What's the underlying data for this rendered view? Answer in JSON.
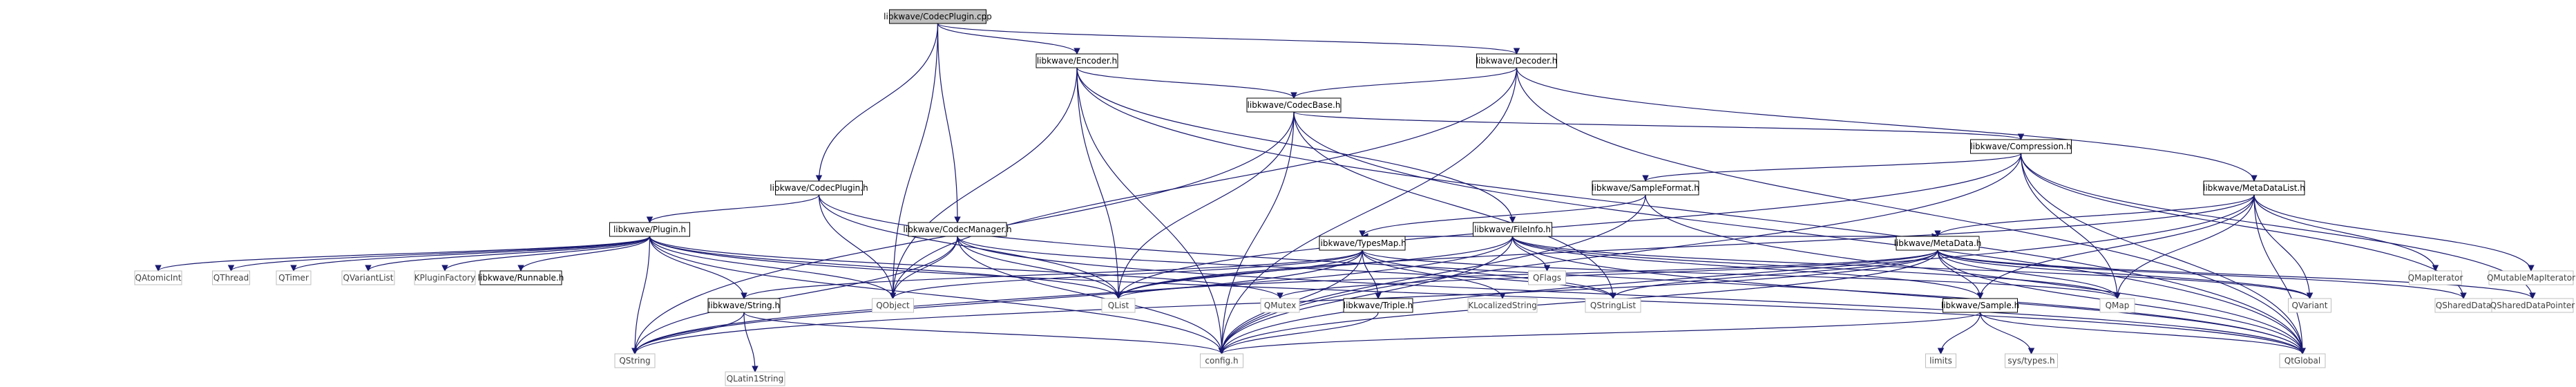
{
  "graph": {
    "colors": {
      "edge": "#191970",
      "root_fill": "#bfbfbf",
      "node_border": "#000000",
      "external_border": "#bfbfbf"
    },
    "nodes": [
      {
        "id": "codecplugin_cpp",
        "label": "libkwave/CodecPlugin.cpp",
        "kind": "root"
      },
      {
        "id": "encoder_h",
        "label": "libkwave/Encoder.h",
        "kind": "internal"
      },
      {
        "id": "decoder_h",
        "label": "libkwave/Decoder.h",
        "kind": "internal"
      },
      {
        "id": "codecbase_h",
        "label": "libkwave/CodecBase.h",
        "kind": "internal"
      },
      {
        "id": "compression_h",
        "label": "libkwave/Compression.h",
        "kind": "internal"
      },
      {
        "id": "codecplugin_h",
        "label": "libkwave/CodecPlugin.h",
        "kind": "internal"
      },
      {
        "id": "fileinfo_h",
        "label": "libkwave/FileInfo.h",
        "kind": "internal"
      },
      {
        "id": "sampleformat_h",
        "label": "libkwave/SampleFormat.h",
        "kind": "internal"
      },
      {
        "id": "metadatalist_h",
        "label": "libkwave/MetaDataList.h",
        "kind": "internal"
      },
      {
        "id": "plugin_h",
        "label": "libkwave/Plugin.h",
        "kind": "internal"
      },
      {
        "id": "codecmanager_h",
        "label": "libkwave/CodecManager.h",
        "kind": "internal"
      },
      {
        "id": "typesmap_h",
        "label": "libkwave/TypesMap.h",
        "kind": "internal"
      },
      {
        "id": "metadata_h",
        "label": "libkwave/MetaData.h",
        "kind": "internal"
      },
      {
        "id": "runnable_h",
        "label": "libkwave/Runnable.h",
        "kind": "internal"
      },
      {
        "id": "string_h",
        "label": "libkwave/String.h",
        "kind": "internal"
      },
      {
        "id": "triple_h",
        "label": "libkwave/Triple.h",
        "kind": "internal"
      },
      {
        "id": "sample_h",
        "label": "libkwave/Sample.h",
        "kind": "internal"
      },
      {
        "id": "qflags",
        "label": "QFlags",
        "kind": "external"
      },
      {
        "id": "qmapiterator",
        "label": "QMapIterator",
        "kind": "external"
      },
      {
        "id": "qmutablemapiterator",
        "label": "QMutableMapIterator",
        "kind": "external"
      },
      {
        "id": "qatomicint",
        "label": "QAtomicInt",
        "kind": "external"
      },
      {
        "id": "qthread",
        "label": "QThread",
        "kind": "external"
      },
      {
        "id": "qtimer",
        "label": "QTimer",
        "kind": "external"
      },
      {
        "id": "qvariantlist",
        "label": "QVariantList",
        "kind": "external"
      },
      {
        "id": "kpluginfactory",
        "label": "KPluginFactory",
        "kind": "external"
      },
      {
        "id": "qobject",
        "label": "QObject",
        "kind": "external"
      },
      {
        "id": "qlist",
        "label": "QList",
        "kind": "external"
      },
      {
        "id": "qmutex",
        "label": "QMutex",
        "kind": "external"
      },
      {
        "id": "klocalizedstring",
        "label": "KLocalizedString",
        "kind": "external"
      },
      {
        "id": "qstringlist",
        "label": "QStringList",
        "kind": "external"
      },
      {
        "id": "qmap",
        "label": "QMap",
        "kind": "external"
      },
      {
        "id": "qvariant",
        "label": "QVariant",
        "kind": "external"
      },
      {
        "id": "qshareddata",
        "label": "QSharedData",
        "kind": "external"
      },
      {
        "id": "qshareddatapointer",
        "label": "QSharedDataPointer",
        "kind": "external"
      },
      {
        "id": "qstring",
        "label": "QString",
        "kind": "external"
      },
      {
        "id": "qlatin1string",
        "label": "QLatin1String",
        "kind": "external"
      },
      {
        "id": "config_h",
        "label": "config.h",
        "kind": "external"
      },
      {
        "id": "limits",
        "label": "limits",
        "kind": "external"
      },
      {
        "id": "sys_types_h",
        "label": "sys/types.h",
        "kind": "external"
      },
      {
        "id": "qtglobal",
        "label": "QtGlobal",
        "kind": "external"
      }
    ],
    "edges": [
      [
        "codecplugin_cpp",
        "encoder_h"
      ],
      [
        "codecplugin_cpp",
        "decoder_h"
      ],
      [
        "codecplugin_cpp",
        "codecplugin_h"
      ],
      [
        "codecplugin_cpp",
        "codecmanager_h"
      ],
      [
        "codecplugin_cpp",
        "qobject"
      ],
      [
        "encoder_h",
        "codecbase_h"
      ],
      [
        "encoder_h",
        "fileinfo_h"
      ],
      [
        "encoder_h",
        "qobject"
      ],
      [
        "encoder_h",
        "qlist"
      ],
      [
        "encoder_h",
        "config_h"
      ],
      [
        "encoder_h",
        "qtglobal"
      ],
      [
        "decoder_h",
        "codecbase_h"
      ],
      [
        "decoder_h",
        "metadatalist_h"
      ],
      [
        "decoder_h",
        "qobject"
      ],
      [
        "decoder_h",
        "config_h"
      ],
      [
        "decoder_h",
        "qtglobal"
      ],
      [
        "codecbase_h",
        "compression_h"
      ],
      [
        "codecbase_h",
        "qlist"
      ],
      [
        "codecbase_h",
        "qstringlist"
      ],
      [
        "codecbase_h",
        "qstring"
      ],
      [
        "codecbase_h",
        "config_h"
      ],
      [
        "codecbase_h",
        "qtglobal"
      ],
      [
        "compression_h",
        "sampleformat_h"
      ],
      [
        "compression_h",
        "qlist"
      ],
      [
        "compression_h",
        "qmap"
      ],
      [
        "compression_h",
        "qshareddata"
      ],
      [
        "compression_h",
        "qshareddatapointer"
      ],
      [
        "compression_h",
        "config_h"
      ],
      [
        "compression_h",
        "qtglobal"
      ],
      [
        "codecplugin_h",
        "plugin_h"
      ],
      [
        "codecplugin_h",
        "qlist"
      ],
      [
        "codecplugin_h",
        "qobject"
      ],
      [
        "codecplugin_h",
        "qtglobal"
      ],
      [
        "fileinfo_h",
        "typesmap_h"
      ],
      [
        "fileinfo_h",
        "metadata_h"
      ],
      [
        "fileinfo_h",
        "sample_h"
      ],
      [
        "fileinfo_h",
        "qflags"
      ],
      [
        "fileinfo_h",
        "qlist"
      ],
      [
        "fileinfo_h",
        "qmap"
      ],
      [
        "fileinfo_h",
        "qvariant"
      ],
      [
        "fileinfo_h",
        "config_h"
      ],
      [
        "fileinfo_h",
        "qtglobal"
      ],
      [
        "fileinfo_h",
        "qstring"
      ],
      [
        "sampleformat_h",
        "typesmap_h"
      ],
      [
        "sampleformat_h",
        "config_h"
      ],
      [
        "sampleformat_h",
        "qtglobal"
      ],
      [
        "metadatalist_h",
        "metadata_h"
      ],
      [
        "metadatalist_h",
        "qmapiterator"
      ],
      [
        "metadatalist_h",
        "qmutablemapiterator"
      ],
      [
        "metadatalist_h",
        "qlist"
      ],
      [
        "metadatalist_h",
        "qmap"
      ],
      [
        "metadatalist_h",
        "qvariant"
      ],
      [
        "metadatalist_h",
        "sample_h"
      ],
      [
        "metadatalist_h",
        "config_h"
      ],
      [
        "metadatalist_h",
        "qtglobal"
      ],
      [
        "plugin_h",
        "qatomicint"
      ],
      [
        "plugin_h",
        "qthread"
      ],
      [
        "plugin_h",
        "qtimer"
      ],
      [
        "plugin_h",
        "qvariantlist"
      ],
      [
        "plugin_h",
        "kpluginfactory"
      ],
      [
        "plugin_h",
        "runnable_h"
      ],
      [
        "plugin_h",
        "string_h"
      ],
      [
        "plugin_h",
        "qobject"
      ],
      [
        "plugin_h",
        "qlist"
      ],
      [
        "plugin_h",
        "qmutex"
      ],
      [
        "plugin_h",
        "qstring"
      ],
      [
        "plugin_h",
        "config_h"
      ],
      [
        "plugin_h",
        "qtglobal"
      ],
      [
        "codecmanager_h",
        "qobject"
      ],
      [
        "codecmanager_h",
        "qlist"
      ],
      [
        "codecmanager_h",
        "qstringlist"
      ],
      [
        "codecmanager_h",
        "qstring"
      ],
      [
        "codecmanager_h",
        "config_h"
      ],
      [
        "codecmanager_h",
        "qtglobal"
      ],
      [
        "typesmap_h",
        "triple_h"
      ],
      [
        "typesmap_h",
        "string_h"
      ],
      [
        "typesmap_h",
        "klocalizedstring"
      ],
      [
        "typesmap_h",
        "qstringlist"
      ],
      [
        "typesmap_h",
        "qmap"
      ],
      [
        "typesmap_h",
        "qlist"
      ],
      [
        "typesmap_h",
        "qobject"
      ],
      [
        "typesmap_h",
        "config_h"
      ],
      [
        "typesmap_h",
        "qstring"
      ],
      [
        "metadata_h",
        "sample_h"
      ],
      [
        "metadata_h",
        "qlist"
      ],
      [
        "metadata_h",
        "qmap"
      ],
      [
        "metadata_h",
        "qvariant"
      ],
      [
        "metadata_h",
        "qshareddata"
      ],
      [
        "metadata_h",
        "qshareddatapointer"
      ],
      [
        "metadata_h",
        "qstringlist"
      ],
      [
        "metadata_h",
        "qmutex"
      ],
      [
        "metadata_h",
        "qstring"
      ],
      [
        "metadata_h",
        "config_h"
      ],
      [
        "metadata_h",
        "qtglobal"
      ],
      [
        "string_h",
        "qstring"
      ],
      [
        "string_h",
        "qlatin1string"
      ],
      [
        "string_h",
        "config_h"
      ],
      [
        "triple_h",
        "config_h"
      ],
      [
        "sample_h",
        "limits"
      ],
      [
        "sample_h",
        "sys_types_h"
      ],
      [
        "sample_h",
        "config_h"
      ],
      [
        "sample_h",
        "qtglobal"
      ]
    ]
  }
}
